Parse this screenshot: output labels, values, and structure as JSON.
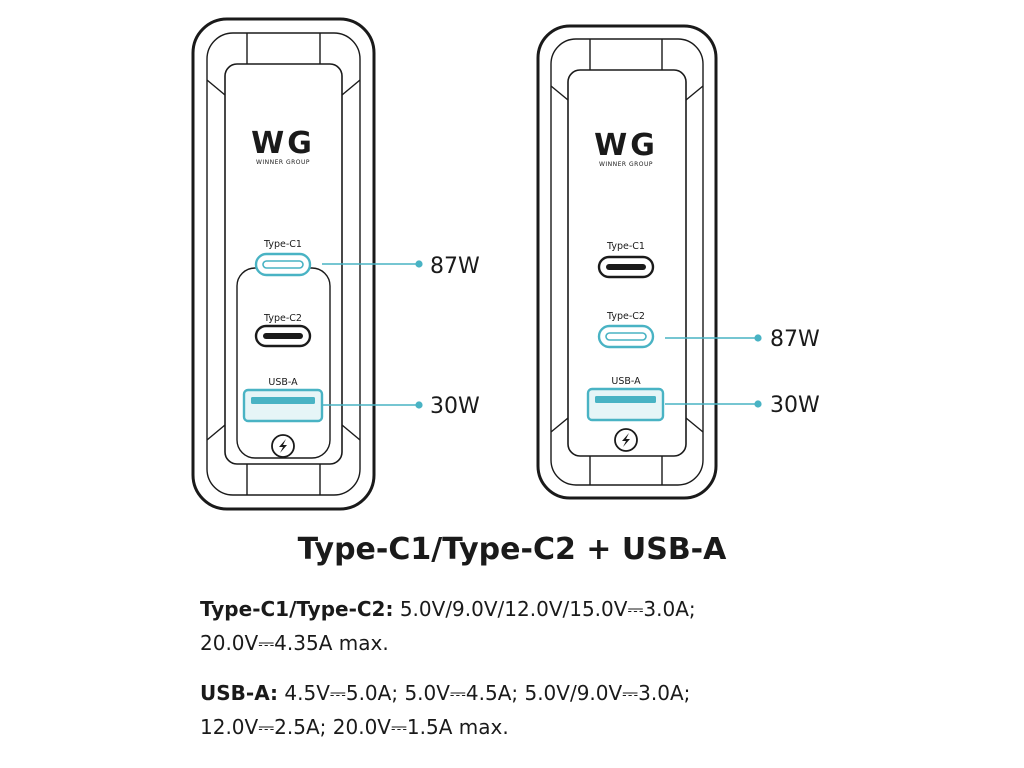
{
  "devices": [
    {
      "logo": "WG",
      "logo_sub": "WINNER GROUP",
      "ports": [
        {
          "label": "Type-C1",
          "type": "usb-c",
          "active": true
        },
        {
          "label": "Type-C2",
          "type": "usb-c",
          "active": false
        },
        {
          "label": "USB-A",
          "type": "usb-a",
          "active": true
        }
      ],
      "callouts": [
        {
          "port": "Type-C1",
          "text": "87W"
        },
        {
          "port": "USB-A",
          "text": "30W"
        }
      ]
    },
    {
      "logo": "WG",
      "logo_sub": "WINNER GROUP",
      "ports": [
        {
          "label": "Type-C1",
          "type": "usb-c",
          "active": false
        },
        {
          "label": "Type-C2",
          "type": "usb-c",
          "active": true
        },
        {
          "label": "USB-A",
          "type": "usb-a",
          "active": true
        }
      ],
      "callouts": [
        {
          "port": "Type-C2",
          "text": "87W"
        },
        {
          "port": "USB-A",
          "text": "30W"
        }
      ]
    }
  ],
  "heading": "Type-C1/Type-C2 + USB-A",
  "specs": [
    {
      "label": "Type-C1/Type-C2:",
      "line1": "5.0V/9.0V/12.0V/15.0V⎓3.0A;",
      "line2": "20.0V⎓4.35A max."
    },
    {
      "label": "USB-A:",
      "line1": "4.5V⎓5.0A; 5.0V⎓4.5A; 5.0V/9.0V⎓3.0A;",
      "line2": "12.0V⎓2.5A; 20.0V⎓1.5A max."
    }
  ],
  "colors": {
    "outline": "#1a1a1a",
    "highlight": "#49b3c4",
    "highlight_fill": "#e6f5f7"
  },
  "icons": [
    "lightning-icon"
  ]
}
